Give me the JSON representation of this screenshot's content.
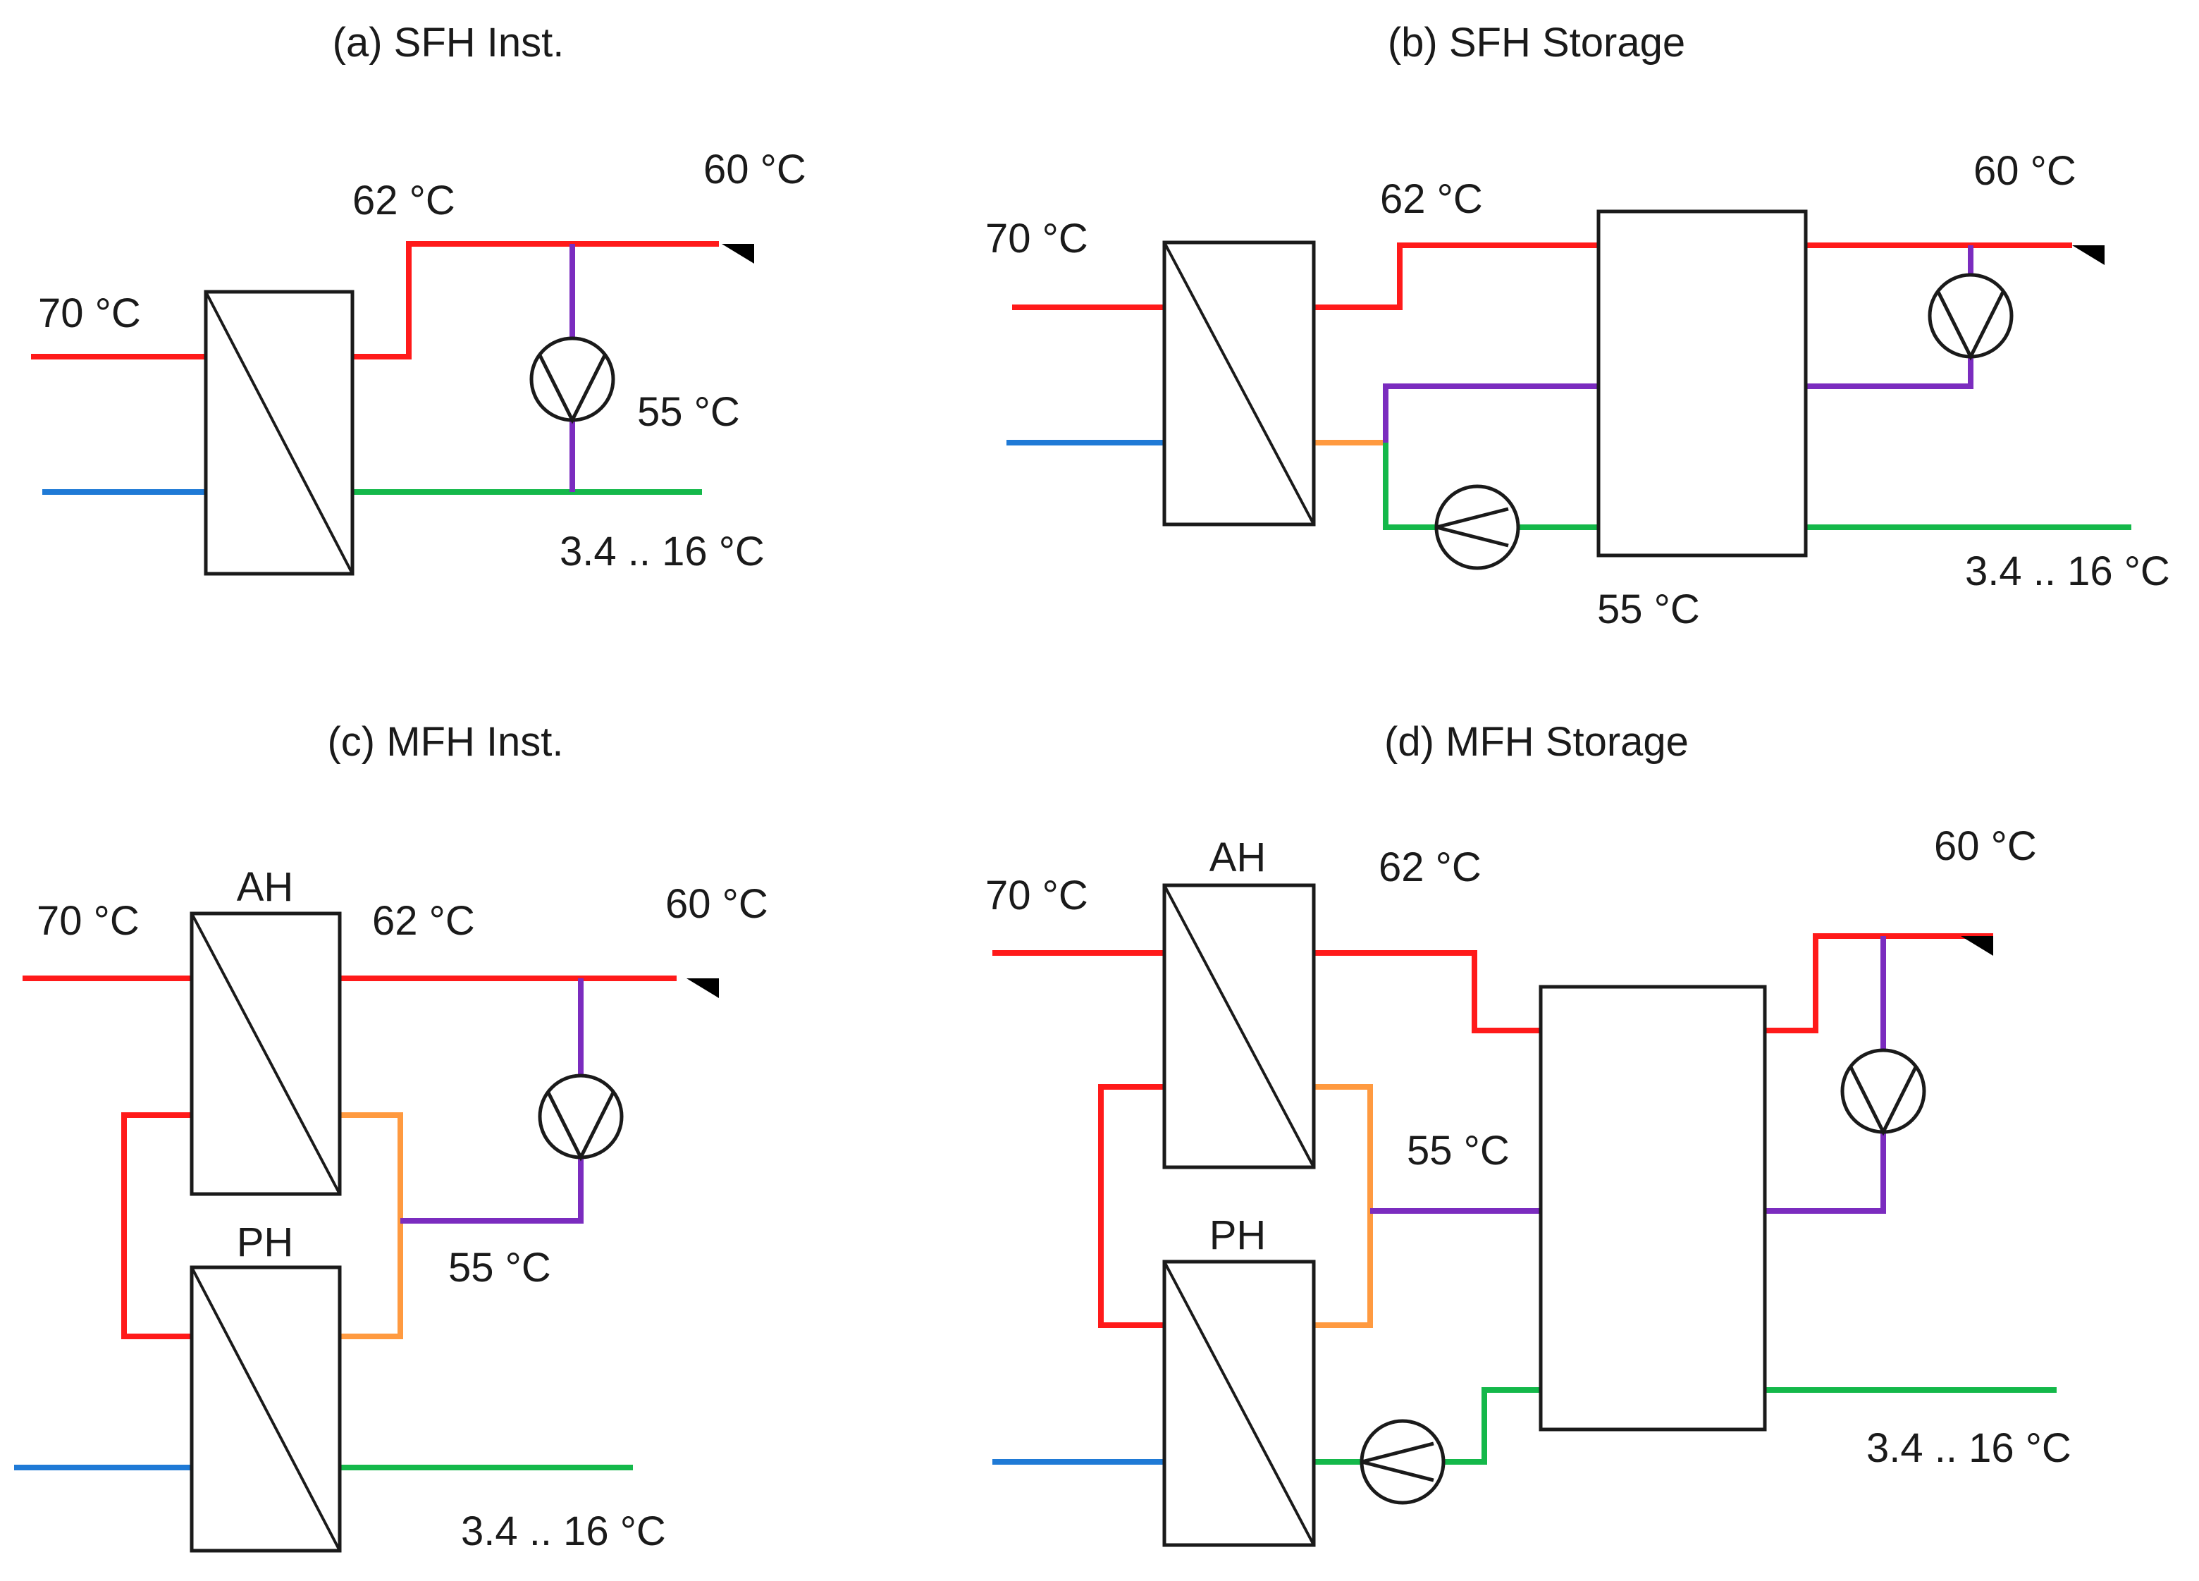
{
  "panels": {
    "a": {
      "title": "(a) SFH Inst.",
      "t_supply": "70 °C",
      "t_after_hx": "62 °C",
      "t_tap": "60 °C",
      "t_circ": "55 °C",
      "t_cold": "3.4 .. 16 °C"
    },
    "b": {
      "title": "(b) SFH Storage",
      "t_supply": "70 °C",
      "t_after_hx": "62 °C",
      "t_tap": "60 °C",
      "t_circ": "55 °C",
      "t_cold": "3.4 .. 16 °C"
    },
    "c": {
      "title": "(c) MFH Inst.",
      "t_supply": "70 °C",
      "t_after_hx": "62 °C",
      "t_tap": "60 °C",
      "t_circ": "55 °C",
      "t_cold": "3.4 .. 16 °C",
      "hx_top": "AH",
      "hx_bottom": "PH"
    },
    "d": {
      "title": "(d) MFH Storage",
      "t_supply": "70 °C",
      "t_after_hx": "62 °C",
      "t_tap": "60 °C",
      "t_circ": "55 °C",
      "t_cold": "3.4 .. 16 °C",
      "hx_top": "AH",
      "hx_bottom": "PH"
    }
  },
  "colors": {
    "hot_supply": "#ff1a1a",
    "cold_water": "#1f7ad6",
    "preheated_water": "#14b84a",
    "circulation": "#7b2cbf",
    "intermediate": "#ff9a40"
  },
  "icons": {
    "tap": "tap-icon",
    "circulation_pump": "pump-icon"
  }
}
